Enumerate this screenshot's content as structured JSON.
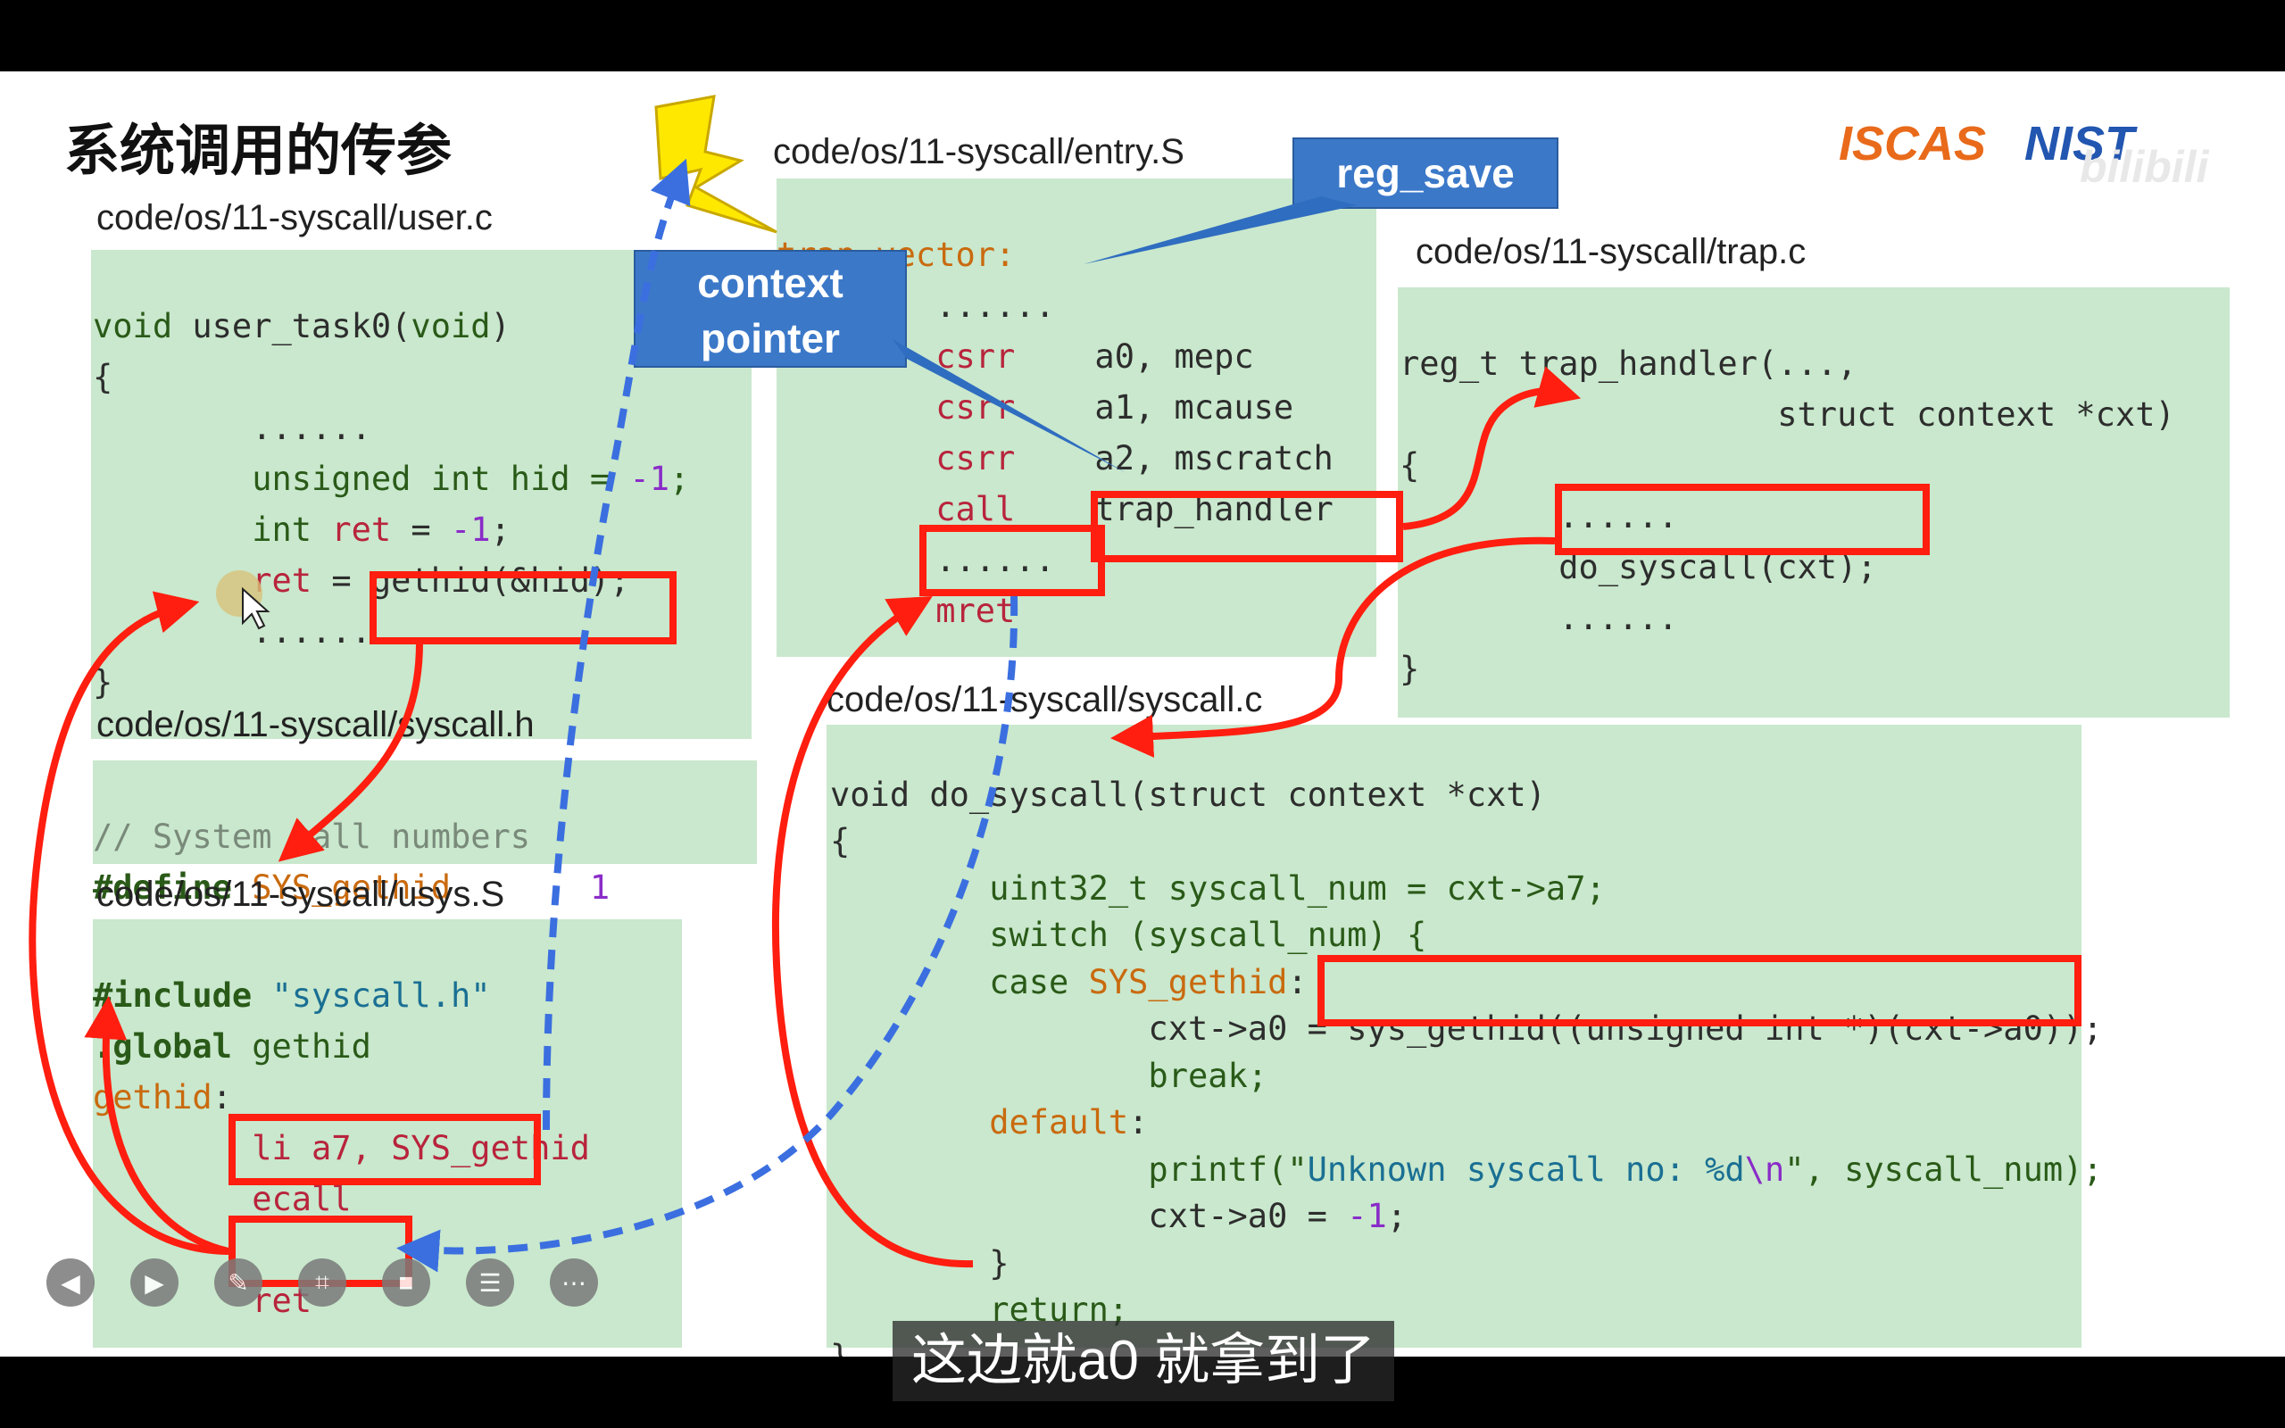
{
  "slide_title": "系统调用的传参",
  "logos": {
    "iscas": "ISCAS",
    "nist": "NIST",
    "bilibili": "bilibili"
  },
  "paths": {
    "user": "code/os/11-syscall/user.c",
    "entry": "code/os/11-syscall/entry.S",
    "trap": "code/os/11-syscall/trap.c",
    "syscall_h": "code/os/11-syscall/syscall.h",
    "usys": "code/os/11-syscall/usys.S",
    "syscall_c": "code/os/11-syscall/syscall.c"
  },
  "callouts": {
    "reg_save": "reg_save",
    "context_l1": "context",
    "context_l2": "pointer"
  },
  "user_c": {
    "l1a": "void",
    "l1b": " user_task0(",
    "l1c": "void",
    "l1d": ")",
    "l2": "{",
    "l3": "        ......",
    "l4a": "        unsigned int hid = ",
    "l4b": "-1",
    "l4c": ";",
    "l5a": "        int ",
    "l5b": "ret",
    "l5c": " = ",
    "l5d": "-1",
    "l5e": ";",
    "l6a": "        ",
    "l6b": "ret",
    "l6c": " = gethid(&hid);",
    "l7": "        ......",
    "l8": "}"
  },
  "entry_s": {
    "l1": "trap_vector:",
    "l2": "        ......",
    "l3a": "        csrr",
    "l3b": "    a0, mepc",
    "l4a": "        csrr",
    "l4b": "    a1, mcause",
    "l5a": "        csrr",
    "l5b": "    a2, mscratch",
    "l6a": "        call",
    "l6b": "    trap_handler",
    "l7": "        ......",
    "l8": "        mret"
  },
  "trap_c": {
    "l1": "reg_t trap_handler(...,",
    "l2": "                   struct context *cxt)",
    "l3": "{",
    "l4": "        ......",
    "l5": "        do_syscall(cxt);",
    "l6": "        ......",
    "l7": "}"
  },
  "syscall_h": {
    "l1": "// System call numbers",
    "l2a": "#define",
    "l2b": " SYS_gethid",
    "l2c": "       1"
  },
  "usys_s": {
    "l1a": "#include",
    "l1b": " \"syscall.h\"",
    "l2a": ".global",
    "l2b": " gethid",
    "l3a": "gethid",
    "l3b": ":",
    "l4": "        li a7, SYS_gethid",
    "l5": "        ecall",
    "l6": "",
    "l7": "        ret"
  },
  "syscall_c": {
    "l1": "void do_syscall(struct context *cxt)",
    "l2": "{",
    "l3": "        uint32_t syscall_num = cxt->a7;",
    "l4": "        switch (syscall_num) {",
    "l5a": "        case ",
    "l5b": "SYS_gethid",
    "l5c": ":",
    "l6a": "                cxt->a0 = ",
    "l6b": "sys_gethid((unsigned int *)(cxt->a0));",
    "l7": "                break;",
    "l8a": "        ",
    "l8b": "default",
    "l8c": ":",
    "l9a": "                printf(\"",
    "l9b": "Unknown syscall no: %d",
    "l9c": "\\n",
    "l9d": "\", syscall_num);",
    "l10a": "                cxt->a0 = ",
    "l10b": "-1",
    "l10c": ";",
    "l11": "        }",
    "l12": "        return;",
    "l13": "}"
  },
  "controls": [
    "prev",
    "play",
    "pen",
    "screenshot",
    "camera",
    "subtitle",
    "more"
  ],
  "subtitle": "这边就a0 就拿到了"
}
